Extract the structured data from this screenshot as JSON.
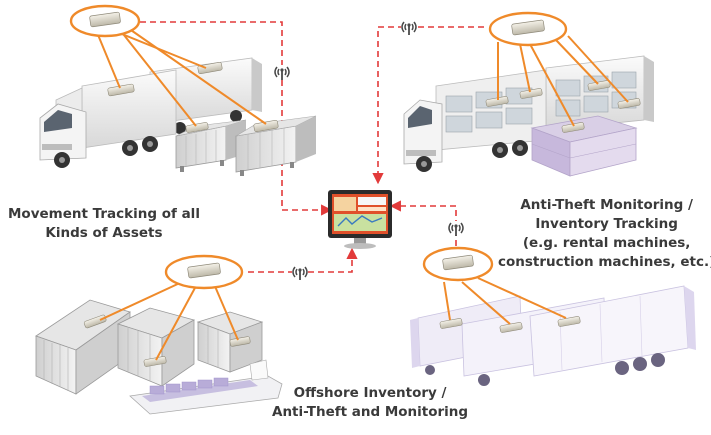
{
  "captions": {
    "movement": [
      "Movement Tracking of all",
      "Kinds of Assets"
    ],
    "antitheft": [
      "Anti-Theft Monitoring /",
      "Inventory Tracking",
      "(e.g. rental machines,",
      "construction machines, etc.)"
    ],
    "offshore": [
      "Offshore Inventory /",
      "Anti-Theft and Monitoring"
    ]
  },
  "colors": {
    "accent": "#ef8a2a",
    "link": "#e23a3a",
    "antenna": "#4a4a4a",
    "screen": "#e0502a"
  }
}
